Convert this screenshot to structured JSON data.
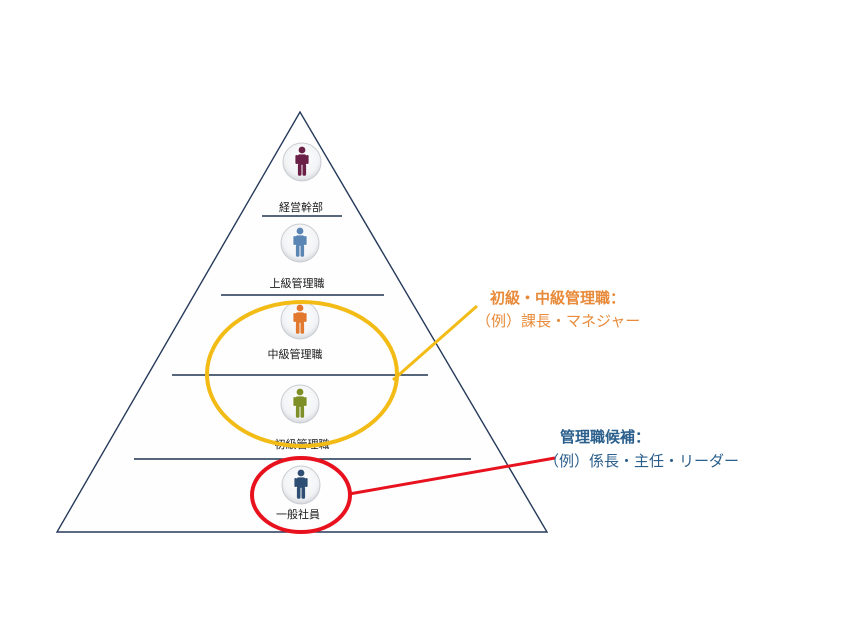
{
  "tiers": [
    {
      "label": "経営幹部",
      "icon": "person-icon",
      "color": "#6b2147"
    },
    {
      "label": "上級管理職",
      "icon": "person-icon",
      "color": "#5b86b4"
    },
    {
      "label": "中級管理職",
      "icon": "person-icon",
      "color": "#e2772e"
    },
    {
      "label": "初級管理職",
      "icon": "person-icon",
      "color": "#7f8f27"
    },
    {
      "label": "一般社員",
      "icon": "person-icon",
      "color": "#2e4f73"
    }
  ],
  "callouts": {
    "management": {
      "title": "初級・中級管理職：",
      "example": "（例）課長・マネジャー",
      "color": "#e88a39",
      "ellipse_color": "#f2bb16"
    },
    "candidate": {
      "title": "管理職候補：",
      "example": "（例）係長・主任・リーダー",
      "color": "#2b5f8c",
      "ellipse_color": "#e8121f"
    }
  },
  "colors": {
    "pyramid_outline": "#263a5a",
    "divider": "#1f3550",
    "pyramid_fill": "#fdfefd"
  }
}
